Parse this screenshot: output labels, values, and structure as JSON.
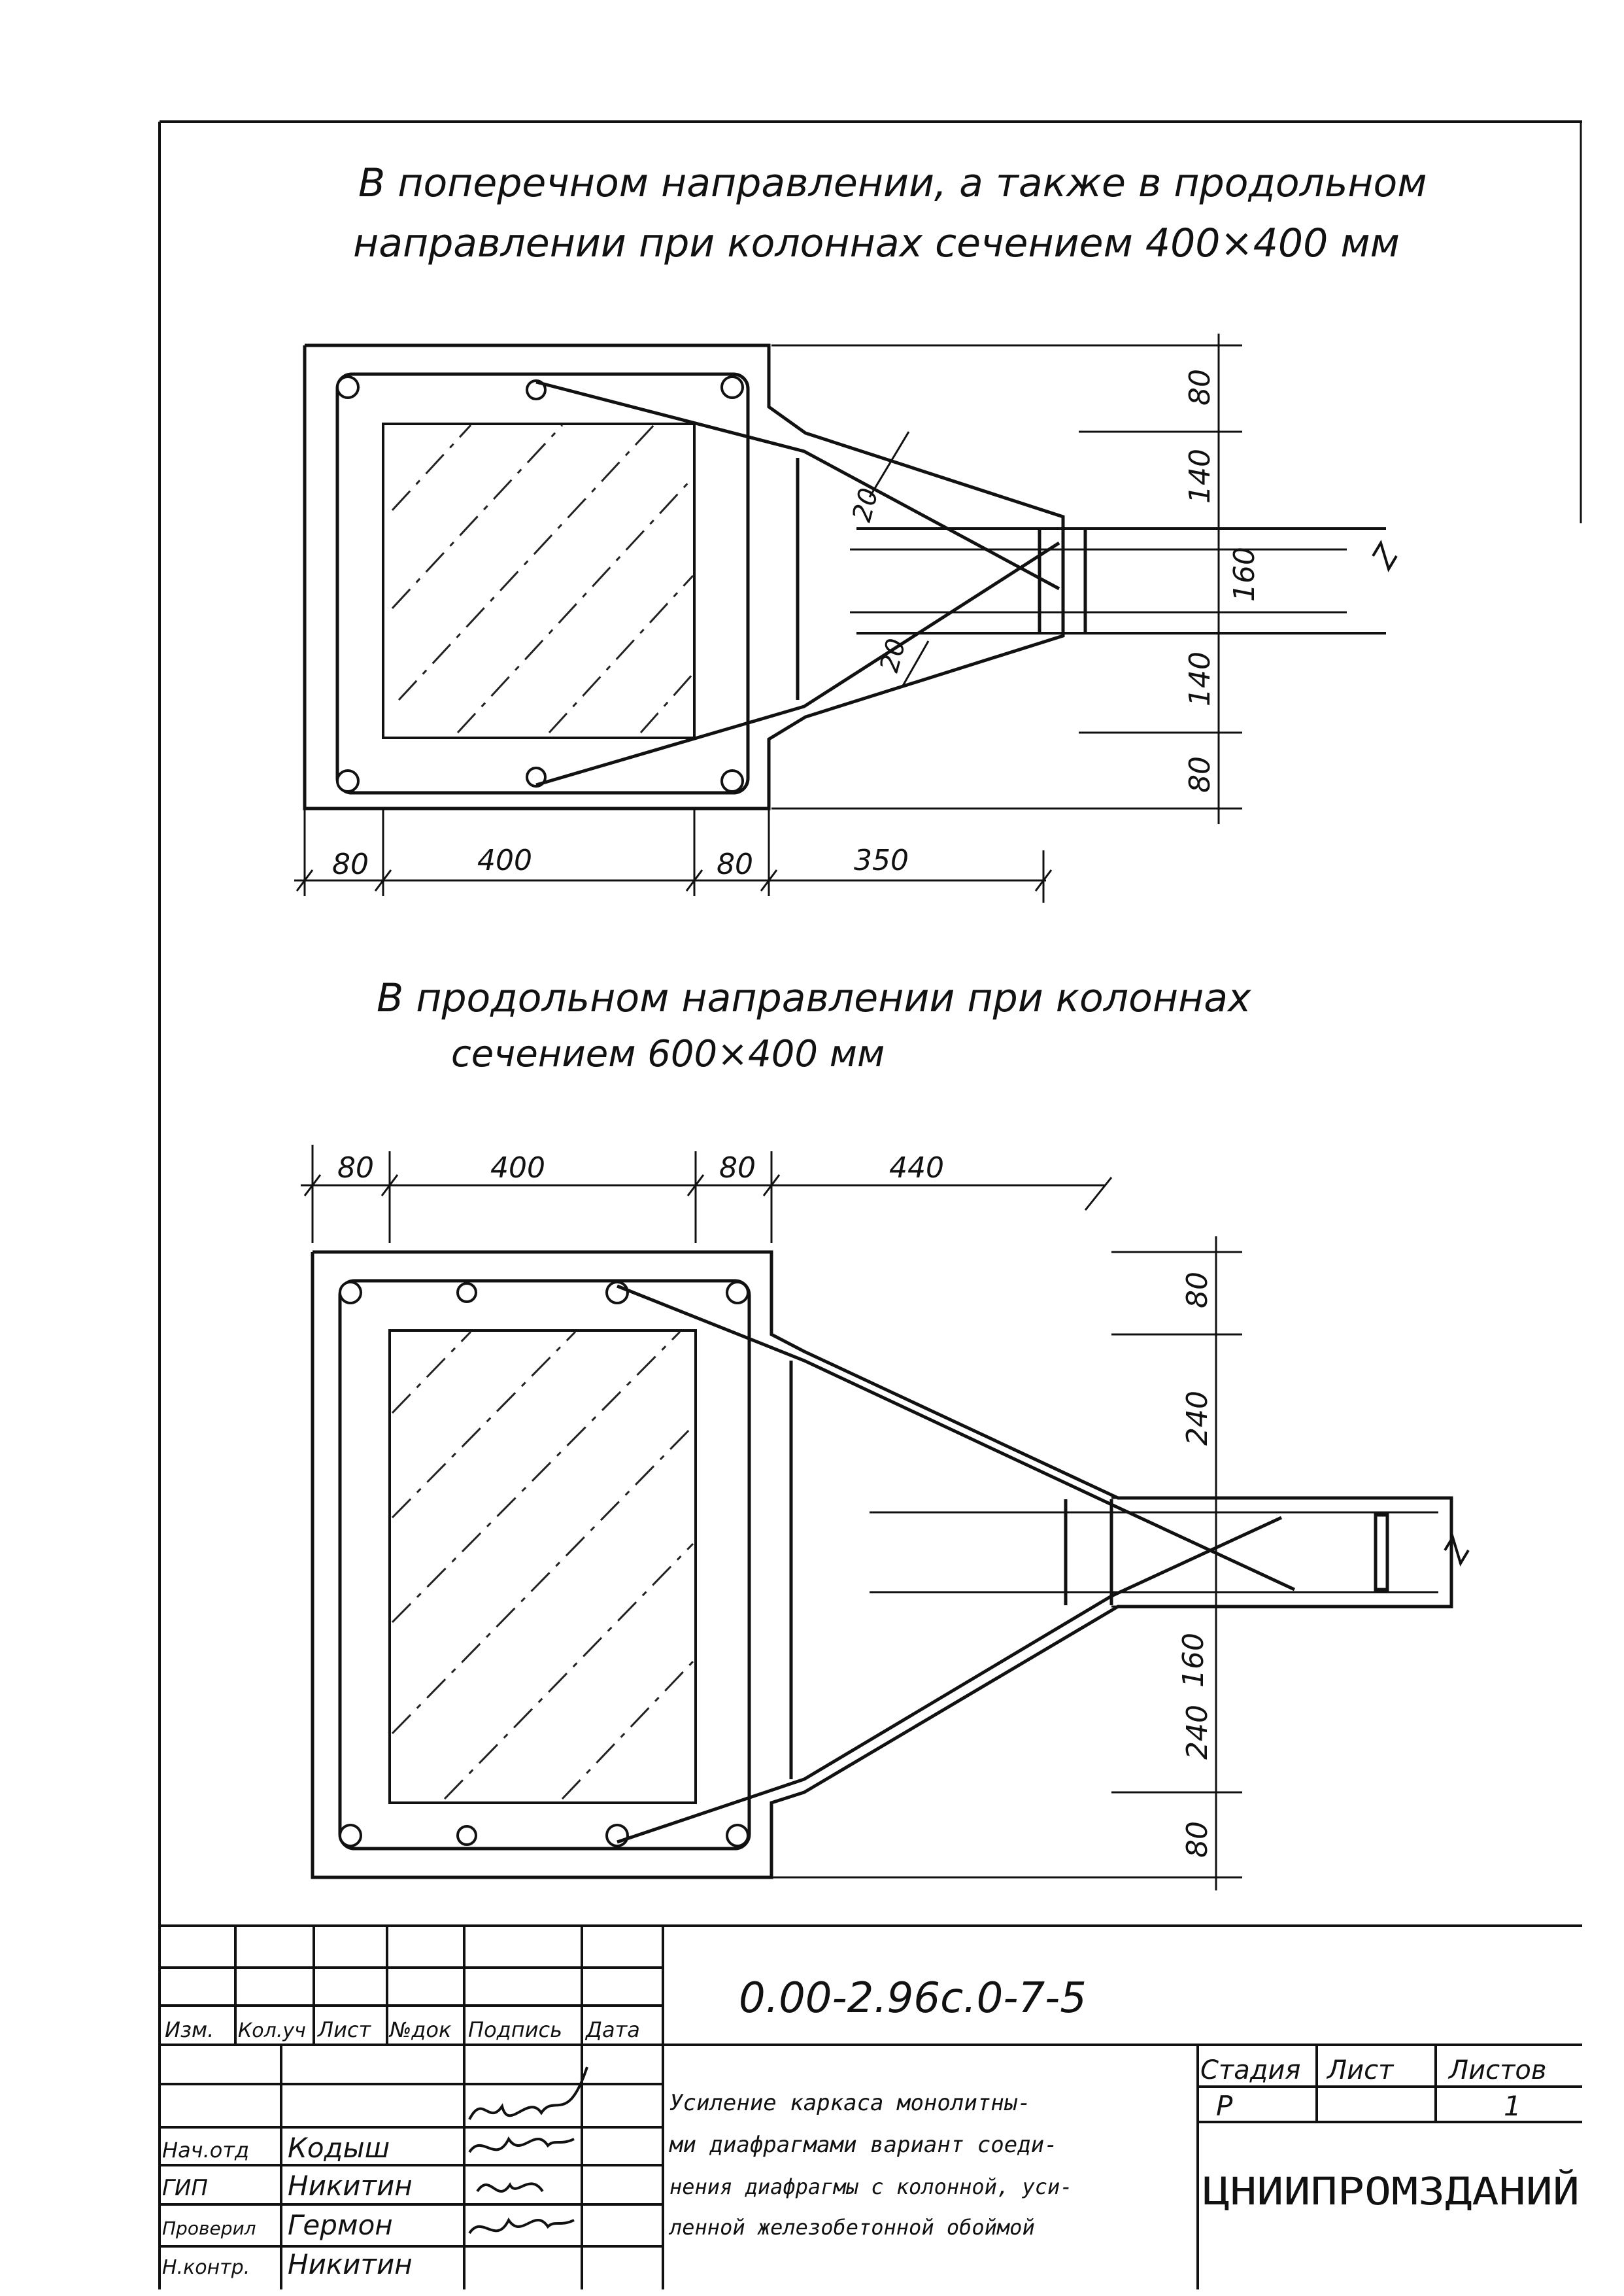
{
  "section1": {
    "title_line1": "В поперечном направлении, а также в продольном",
    "title_line2": "направлении при колоннах сечением 400×400 мм",
    "dims_bottom": [
      "80",
      "400",
      "80",
      "350"
    ],
    "dims_right": [
      "80",
      "140",
      "160",
      "140",
      "80"
    ],
    "rebar_angle": [
      "20",
      "20"
    ]
  },
  "section2": {
    "title_line1": "В продольном направлении при колоннах",
    "title_line2": "сечением 600×400 мм",
    "dims_top": [
      "80",
      "400",
      "80",
      "440"
    ],
    "dims_right": [
      "80",
      "240",
      "160",
      "240",
      "80"
    ]
  },
  "title_block": {
    "doc_code": "0.00-2.96с.0-7-5",
    "headers": [
      "Изм.",
      "Кол.уч",
      "Лист",
      "№док",
      "Подпись",
      "Дата"
    ],
    "roles": [
      "Нач.отд",
      "ГИП",
      "Проверил",
      "Н.контр."
    ],
    "names": [
      "Кодыш",
      "Никитин",
      "Гермон",
      "Никитин"
    ],
    "description": [
      "Усиление каркаса монолитны-",
      "ми диафрагмами вариант соеди-",
      "нения диафрагмы с колонной, уси-",
      "ленной железобетонной обоймой"
    ],
    "stage_label": "Стадия",
    "sheet_label": "Лист",
    "sheets_label": "Листов",
    "stage_value": "Р",
    "sheet_value": "1",
    "organization": "ЦНИИПРОМЗДАНИЙ"
  }
}
